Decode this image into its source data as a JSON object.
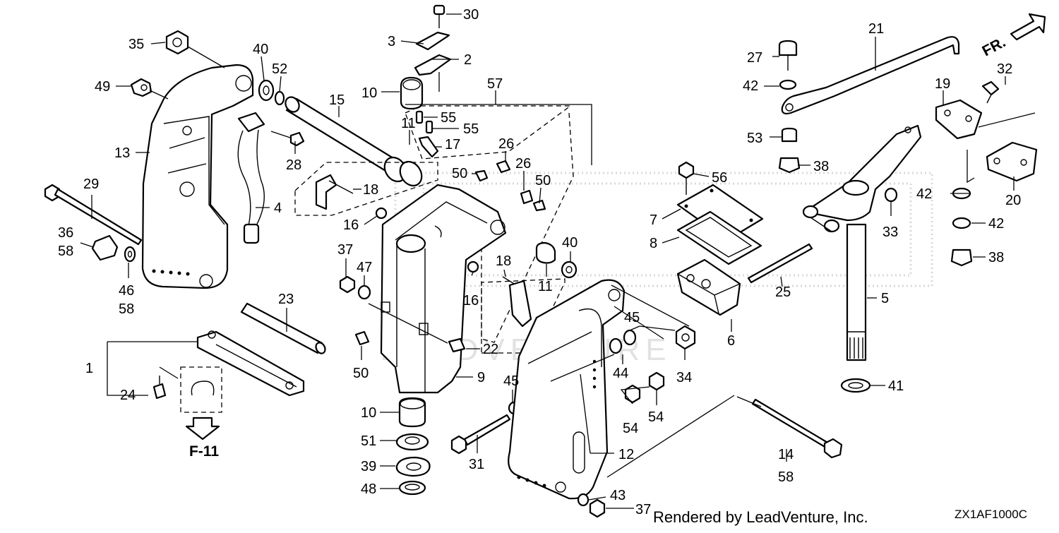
{
  "diagram": {
    "credit": "Rendered by LeadVenture, Inc.",
    "drawing_code": "ZX1AF1000C",
    "ref_label": "F-11",
    "direction_label": "FR.",
    "watermark_text": "LEADVENTURE"
  },
  "callouts": [
    {
      "id": "c30",
      "text": "30"
    },
    {
      "id": "c3",
      "text": "3"
    },
    {
      "id": "c2",
      "text": "2"
    },
    {
      "id": "c10a",
      "text": "10"
    },
    {
      "id": "c57",
      "text": "57"
    },
    {
      "id": "c55a",
      "text": "55"
    },
    {
      "id": "c55b",
      "text": "55"
    },
    {
      "id": "c11a",
      "text": "11"
    },
    {
      "id": "c17",
      "text": "17"
    },
    {
      "id": "c15",
      "text": "15"
    },
    {
      "id": "c35",
      "text": "35"
    },
    {
      "id": "c40a",
      "text": "40"
    },
    {
      "id": "c52",
      "text": "52"
    },
    {
      "id": "c49",
      "text": "49"
    },
    {
      "id": "c13",
      "text": "13"
    },
    {
      "id": "c28",
      "text": "28"
    },
    {
      "id": "c4",
      "text": "4"
    },
    {
      "id": "c29",
      "text": "29"
    },
    {
      "id": "c18a",
      "text": "18"
    },
    {
      "id": "c36",
      "text": "36"
    },
    {
      "id": "c58a",
      "text": "58"
    },
    {
      "id": "c46",
      "text": "46"
    },
    {
      "id": "c58b",
      "text": "58"
    },
    {
      "id": "c50a",
      "text": "50"
    },
    {
      "id": "c26a",
      "text": "26"
    },
    {
      "id": "c26b",
      "text": "26"
    },
    {
      "id": "c50b",
      "text": "50"
    },
    {
      "id": "c16a",
      "text": "16"
    },
    {
      "id": "c37a",
      "text": "37"
    },
    {
      "id": "c47",
      "text": "47"
    },
    {
      "id": "c16b",
      "text": "16"
    },
    {
      "id": "c18b",
      "text": "18"
    },
    {
      "id": "c11b",
      "text": "11"
    },
    {
      "id": "c40b",
      "text": "40"
    },
    {
      "id": "c23",
      "text": "23"
    },
    {
      "id": "c22",
      "text": "22"
    },
    {
      "id": "c50c",
      "text": "50"
    },
    {
      "id": "c9",
      "text": "9"
    },
    {
      "id": "c1",
      "text": "1"
    },
    {
      "id": "c24",
      "text": "24"
    },
    {
      "id": "c10b",
      "text": "10"
    },
    {
      "id": "c51",
      "text": "51"
    },
    {
      "id": "c39",
      "text": "39"
    },
    {
      "id": "c48",
      "text": "48"
    },
    {
      "id": "c31",
      "text": "31"
    },
    {
      "id": "c45a",
      "text": "45"
    },
    {
      "id": "c45b",
      "text": "45"
    },
    {
      "id": "c44",
      "text": "44"
    },
    {
      "id": "c34",
      "text": "34"
    },
    {
      "id": "c54a",
      "text": "54"
    },
    {
      "id": "c54b",
      "text": "54"
    },
    {
      "id": "c12",
      "text": "12"
    },
    {
      "id": "c43",
      "text": "43"
    },
    {
      "id": "c37b",
      "text": "37"
    },
    {
      "id": "c21",
      "text": "21"
    },
    {
      "id": "c27",
      "text": "27"
    },
    {
      "id": "c42a",
      "text": "42"
    },
    {
      "id": "c53",
      "text": "53"
    },
    {
      "id": "c38a",
      "text": "38"
    },
    {
      "id": "c56",
      "text": "56"
    },
    {
      "id": "c7",
      "text": "7"
    },
    {
      "id": "c8",
      "text": "8"
    },
    {
      "id": "c6",
      "text": "6"
    },
    {
      "id": "c25",
      "text": "25"
    },
    {
      "id": "c19",
      "text": "19"
    },
    {
      "id": "c32",
      "text": "32"
    },
    {
      "id": "c20",
      "text": "20"
    },
    {
      "id": "c33",
      "text": "33"
    },
    {
      "id": "c42b",
      "text": "42"
    },
    {
      "id": "c42c",
      "text": "42"
    },
    {
      "id": "c38b",
      "text": "38"
    },
    {
      "id": "c5",
      "text": "5"
    },
    {
      "id": "c41",
      "text": "41"
    },
    {
      "id": "c14",
      "text": "14"
    },
    {
      "id": "c58c",
      "text": "58"
    }
  ]
}
